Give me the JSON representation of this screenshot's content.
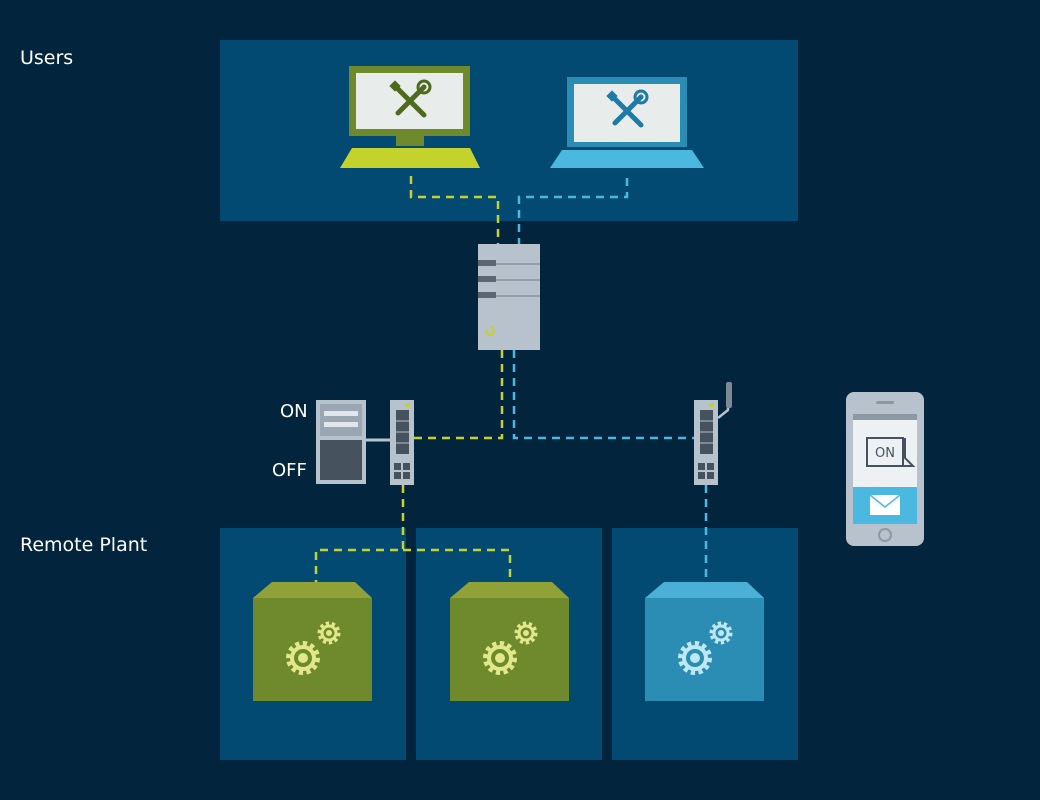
{
  "labels": {
    "users": "Users",
    "remote_plant": "Remote Plant",
    "switch_on": "ON",
    "switch_off": "OFF",
    "phone_message": "ON"
  },
  "colors": {
    "background": "#03243d",
    "panel": "#034a72",
    "green_link": "#c4d22c",
    "blue_link": "#4ab8df",
    "green_device": "#6e8a2d",
    "blue_device": "#2b8db4",
    "server": "#b7c2cc"
  },
  "icons": {
    "workstation": "tools-icon",
    "laptop": "tools-icon",
    "plant_machine": "gears-icon",
    "phone_sms": "speech-bubble-icon",
    "phone_email": "envelope-icon"
  }
}
